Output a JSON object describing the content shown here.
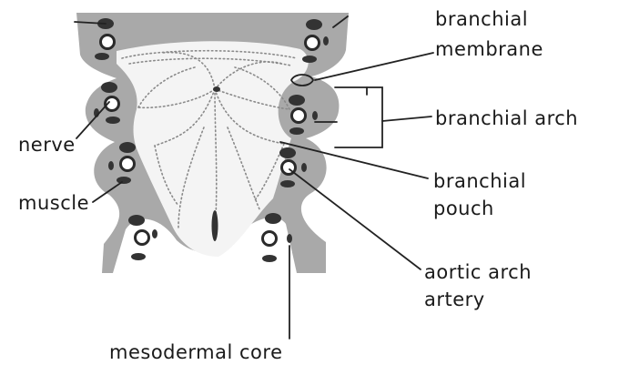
{
  "labels": {
    "branchial_membrane": [
      "branchial",
      "membrane"
    ],
    "branchial_arch": "branchial arch",
    "nerve": "nerve",
    "muscle": "muscle",
    "branchial_pouch": [
      "branchial",
      "pouch"
    ],
    "aortic_arch_artery": [
      "aortic arch",
      "artery"
    ],
    "mesodermal_core": "mesodermal core"
  },
  "colors": {
    "mesoderm": "#a9a9a9",
    "endoderm_lumen": "#f4f4f4",
    "stipple": "#8a8a8a",
    "dark_structures": "#333333",
    "vessel_ring": "#2a2a2a",
    "leader_lines": "#222222"
  }
}
